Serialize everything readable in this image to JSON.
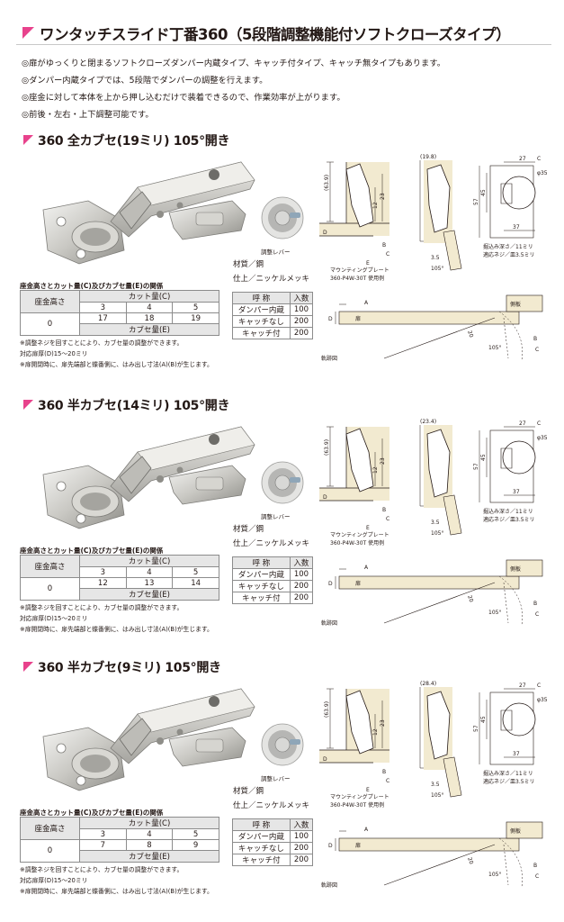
{
  "title": "ワンタッチスライド丁番360（5段階調整機能付ソフトクローズタイプ）",
  "intro": [
    "◎扉がゆっくりと閉まるソフトクローズダンパー内蔵タイプ、キャッチ付タイプ、キャッチ無タイプもあります。",
    "◎ダンパー内蔵タイプでは、5段階でダンパーの調整を行えます。",
    "◎座金に対して本体を上から押し込むだけで装着できるので、作業効率が上がります。",
    "◎前後・左右・上下調整可能です。"
  ],
  "colors": {
    "accent": "#e8428c",
    "beige": "#f2ead0",
    "line": "#231815"
  },
  "common": {
    "lever_label": "調整レバー",
    "material": "材質／鋼",
    "finish": "仕上／ニッケルメッキ",
    "cut_caption": "座金高さとカット量(C)及びカブセ量(E)の関係",
    "cut_header_height": "座金高さ",
    "cut_header_c": "カット量(C)",
    "cut_header_e": "カブセ量(E)",
    "cut_c_values": [
      "3",
      "4",
      "5"
    ],
    "cut_height_value": "0",
    "qty_header": [
      "呼 称",
      "入数"
    ],
    "qty_rows": [
      [
        "ダンパー内蔵",
        "100"
      ],
      [
        "キャッチなし",
        "200"
      ],
      [
        "キャッチ付",
        "200"
      ]
    ],
    "notes": [
      "※調整ネジを回すことにより、カブセ量の調整ができます。",
      "対応扉厚(D)15〜20ミリ",
      "※扉開閉時に、扉先端部と蝶番側に、はみ出し寸法(A)(B)が生じます。"
    ],
    "plate_label": [
      "マウンティングプレート",
      "360-P4W-30T 使用例"
    ],
    "screw_label": [
      "掘込み深さ／11ミリ",
      "適応ネジ／皿3.5ミリ"
    ],
    "track_label": "軌跡図",
    "door_label": "扉",
    "side_label": "側板",
    "dim": {
      "h639": "(63.9)",
      "d12": "12",
      "d23": "23",
      "d57": "57",
      "d45": "45",
      "d27": "27",
      "d37": "37",
      "phi35": "φ35",
      "d35": "3.5",
      "d105": "105°",
      "d20": "20",
      "dC": "C",
      "dA": "A",
      "dB": "B",
      "dD": "D",
      "dE": "E"
    }
  },
  "sections": [
    {
      "title": "360 全カブセ(19ミリ) 105°開き",
      "e_values": [
        "17",
        "18",
        "19"
      ],
      "top_dim": "(19.8)"
    },
    {
      "title": "360 半カブセ(14ミリ) 105°開き",
      "e_values": [
        "12",
        "13",
        "14"
      ],
      "top_dim": "(23.4)"
    },
    {
      "title": "360 半カブセ(9ミリ) 105°開き",
      "e_values": [
        "7",
        "8",
        "9"
      ],
      "top_dim": "(28.4)"
    }
  ]
}
